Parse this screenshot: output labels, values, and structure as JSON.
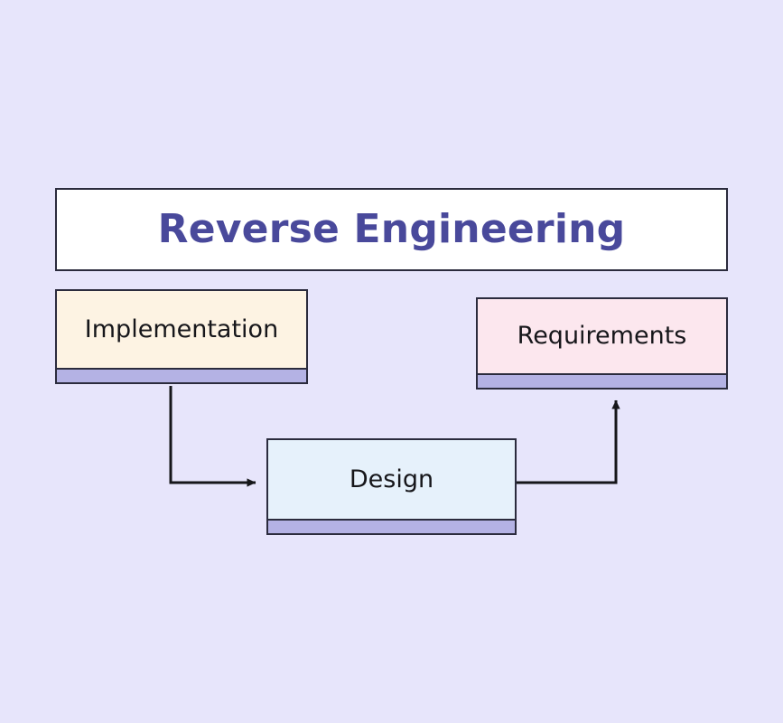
{
  "diagram": {
    "background_color": "#e7e5fb",
    "title": {
      "text": "Reverse Engineering",
      "color": "#49499b",
      "fill": "#ffffff",
      "border_color": "#2b2b3d"
    },
    "nodes": [
      {
        "id": "implementation",
        "label": "Implementation",
        "fill": "#fdf3e3",
        "accent_color": "#b4b2e4",
        "border_color": "#2b2b3d"
      },
      {
        "id": "design",
        "label": "Design",
        "fill": "#e6f1fb",
        "accent_color": "#b4b2e4",
        "border_color": "#2b2b3d"
      },
      {
        "id": "requirements",
        "label": "Requirements",
        "fill": "#fce7ee",
        "accent_color": "#b4b2e4",
        "border_color": "#2b2b3d"
      }
    ],
    "edges": [
      {
        "id": "implementation-to-design",
        "from": "implementation",
        "to": "design",
        "label": "",
        "color": "#16161a",
        "arrowhead": "filled-triangle"
      },
      {
        "id": "design-to-requirements",
        "from": "design",
        "to": "requirements",
        "label": "",
        "color": "#16161a",
        "arrowhead": "filled-triangle"
      }
    ]
  }
}
